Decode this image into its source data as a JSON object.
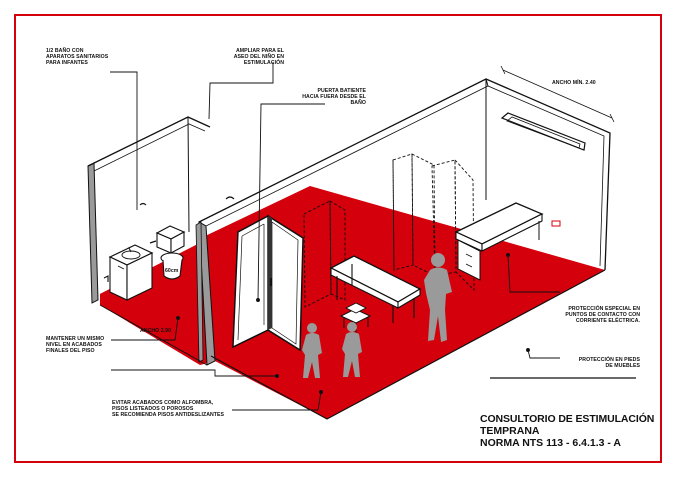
{
  "drawing": {
    "title_line1": "CONSULTORIO DE ESTIMULACIÓN",
    "title_line2": "TEMPRANA",
    "norm": "NORMA NTS 113 - 6.4.1.3 - A"
  },
  "annotations": {
    "half_bath": "1/2 BAÑO CON\nAPARATOS SANITARIOS\nPARA INFANTES",
    "bath_height": "AMPLIAR PARA EL\nASEO DEL NIÑO EN\nESTIMULACIÓN",
    "bath_door": "PUERTA BATIENTE\nHACIA FUERA DESDE EL\nBAÑO",
    "min_width": "ANCHO MÍN. 2.40",
    "small_sink_dim": "60cm",
    "accessory_dim": "ANCHO 2.90",
    "floor_level": "MANTENER UN MISMO\nNIVEL EN ACABADOS\nFINALES DEL PISO",
    "floor_finish": "EVITAR ACABADOS COMO ALFOMBRA,\nPISOS LISTEADOS O POROSOS\nSE RECOMIENDA PISOS ANTIDESLIZANTES",
    "electrical": "PROTECCIÓN ESPECIAL EN\nPUNTOS DE CONTACTO CON\nCORRIENTE ELÉCTRICA.",
    "furniture": "PROTECCIÓN EN PIEDS\nDE MUEBLES"
  },
  "colors": {
    "accent": "#d4000b",
    "ink": "#111111",
    "wall": "#9a9a9a"
  }
}
